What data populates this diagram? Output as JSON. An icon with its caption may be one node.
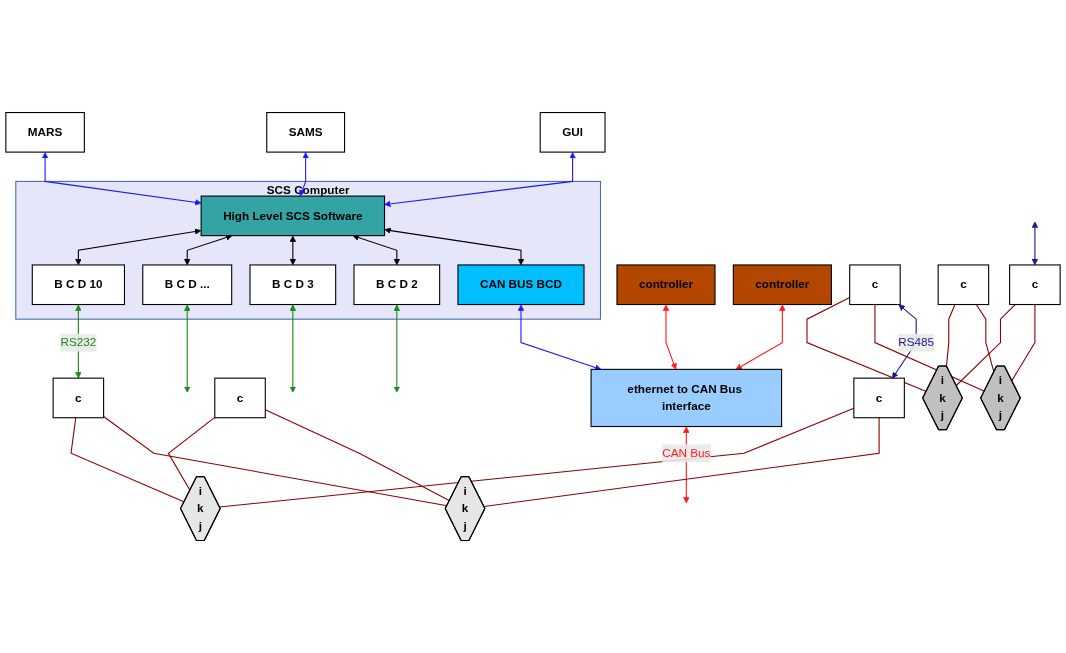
{
  "diagram": {
    "nodes": [
      {
        "text": [
          "GUI"
        ]
      },
      {
        "text": [
          "SAMS"
        ]
      },
      {
        "text": [
          "MARS"
        ]
      },
      {
        "text": [
          "SCS Computer"
        ]
      },
      {
        "text": [
          "High Level SCS Software"
        ],
        "in": 3
      },
      {
        "text": [
          "CAN BUS BCD"
        ],
        "in": 3
      },
      {
        "text": [
          "B C D 2"
        ],
        "in": 3
      },
      {
        "text": [
          "B C D 3"
        ],
        "in": 3
      },
      {
        "text": [
          "B C D ..."
        ],
        "in": 3
      },
      {
        "text": [
          "B C D 10"
        ],
        "in": 3
      },
      {
        "text": [
          "ethernet to CAN Bus interface"
        ]
      },
      {
        "text": [
          "controller"
        ]
      },
      {
        "text": [
          "controller"
        ]
      },
      {
        "text": [
          "c"
        ]
      },
      {
        "text": [
          "c"
        ]
      },
      {
        "text": [
          "c"
        ]
      },
      {
        "text": [
          "c"
        ]
      },
      {
        "text": [
          "c"
        ]
      },
      {
        "text": [
          "c"
        ]
      },
      {
        "text": [
          "i",
          "k",
          "j"
        ]
      },
      {
        "text": [
          "i",
          "k",
          "j"
        ]
      },
      {
        "text": [
          "i",
          "k",
          "j"
        ]
      },
      {
        "text": [
          "i",
          "k",
          "j"
        ]
      }
    ],
    "edges": [
      {
        "from": 0,
        "to": 4,
        "arrow": "both",
        "color": "#1a1aff"
      },
      {
        "from": 1,
        "to": 4,
        "arrow": "both",
        "color": "#1a1aff"
      },
      {
        "from": 2,
        "to": 4,
        "arrow": "both",
        "color": "#1a1aff"
      },
      {
        "from": 4,
        "to": 5,
        "arrow": "both",
        "color": "#000000"
      },
      {
        "from": 4,
        "to": 6,
        "arrow": "both",
        "color": "#000000"
      },
      {
        "from": 4,
        "to": 7,
        "arrow": "both",
        "color": "#000000"
      },
      {
        "from": 4,
        "to": 8,
        "arrow": "both",
        "color": "#000000"
      },
      {
        "from": 4,
        "to": 9,
        "arrow": "both",
        "color": "#000000"
      },
      {
        "from": 5,
        "to": 10,
        "arrow": "both",
        "color": "#1a1aff"
      },
      {
        "from": 6,
        "to": null,
        "arrow": "both",
        "color": "#1a8a1a"
      },
      {
        "from": 7,
        "to": null,
        "arrow": "both",
        "color": "#1a8a1a"
      },
      {
        "from": 8,
        "to": null,
        "arrow": "both",
        "color": "#1a8a1a"
      },
      {
        "from": 9,
        "to": 16,
        "label": "RS232",
        "arrow": "both",
        "color": "#1a8a1a"
      },
      {
        "from": 10,
        "to": null,
        "label": "CAN Bus",
        "arrow": "both",
        "color": "#ff1a1a"
      },
      {
        "from": 11,
        "to": 10,
        "arrow": "both",
        "color": "#ff1a1a"
      },
      {
        "from": 12,
        "to": 10,
        "arrow": "both",
        "color": "#ff1a1a"
      },
      {
        "from": null,
        "to": 15,
        "arrow": "both",
        "color": "#1a1a8c"
      },
      {
        "from": 13,
        "to": 18,
        "label": "RS485",
        "arrow": "both",
        "color": "#1a1a8c"
      },
      {
        "from": 13,
        "to": 19,
        "arrow": "none",
        "color": "#8b0000"
      },
      {
        "from": 14,
        "to": 19,
        "arrow": "none",
        "color": "#8b0000"
      },
      {
        "from": 15,
        "to": 19,
        "arrow": "none",
        "color": "#8b0000"
      },
      {
        "from": 13,
        "to": 20,
        "arrow": "none",
        "color": "#8b0000"
      },
      {
        "from": 14,
        "to": 20,
        "arrow": "none",
        "color": "#8b0000"
      },
      {
        "from": 15,
        "to": 20,
        "arrow": "none",
        "color": "#8b0000"
      },
      {
        "from": 16,
        "to": 21,
        "arrow": "none",
        "color": "#8b0000"
      },
      {
        "from": 17,
        "to": 21,
        "arrow": "none",
        "color": "#8b0000"
      },
      {
        "from": 18,
        "to": 21,
        "arrow": "none",
        "color": "#8b0000"
      },
      {
        "from": 16,
        "to": 22,
        "arrow": "none",
        "color": "#8b0000"
      },
      {
        "from": 17,
        "to": 22,
        "arrow": "none",
        "color": "#8b0000"
      },
      {
        "from": 18,
        "to": 22,
        "arrow": "none",
        "color": "#8b0000"
      }
    ]
  }
}
